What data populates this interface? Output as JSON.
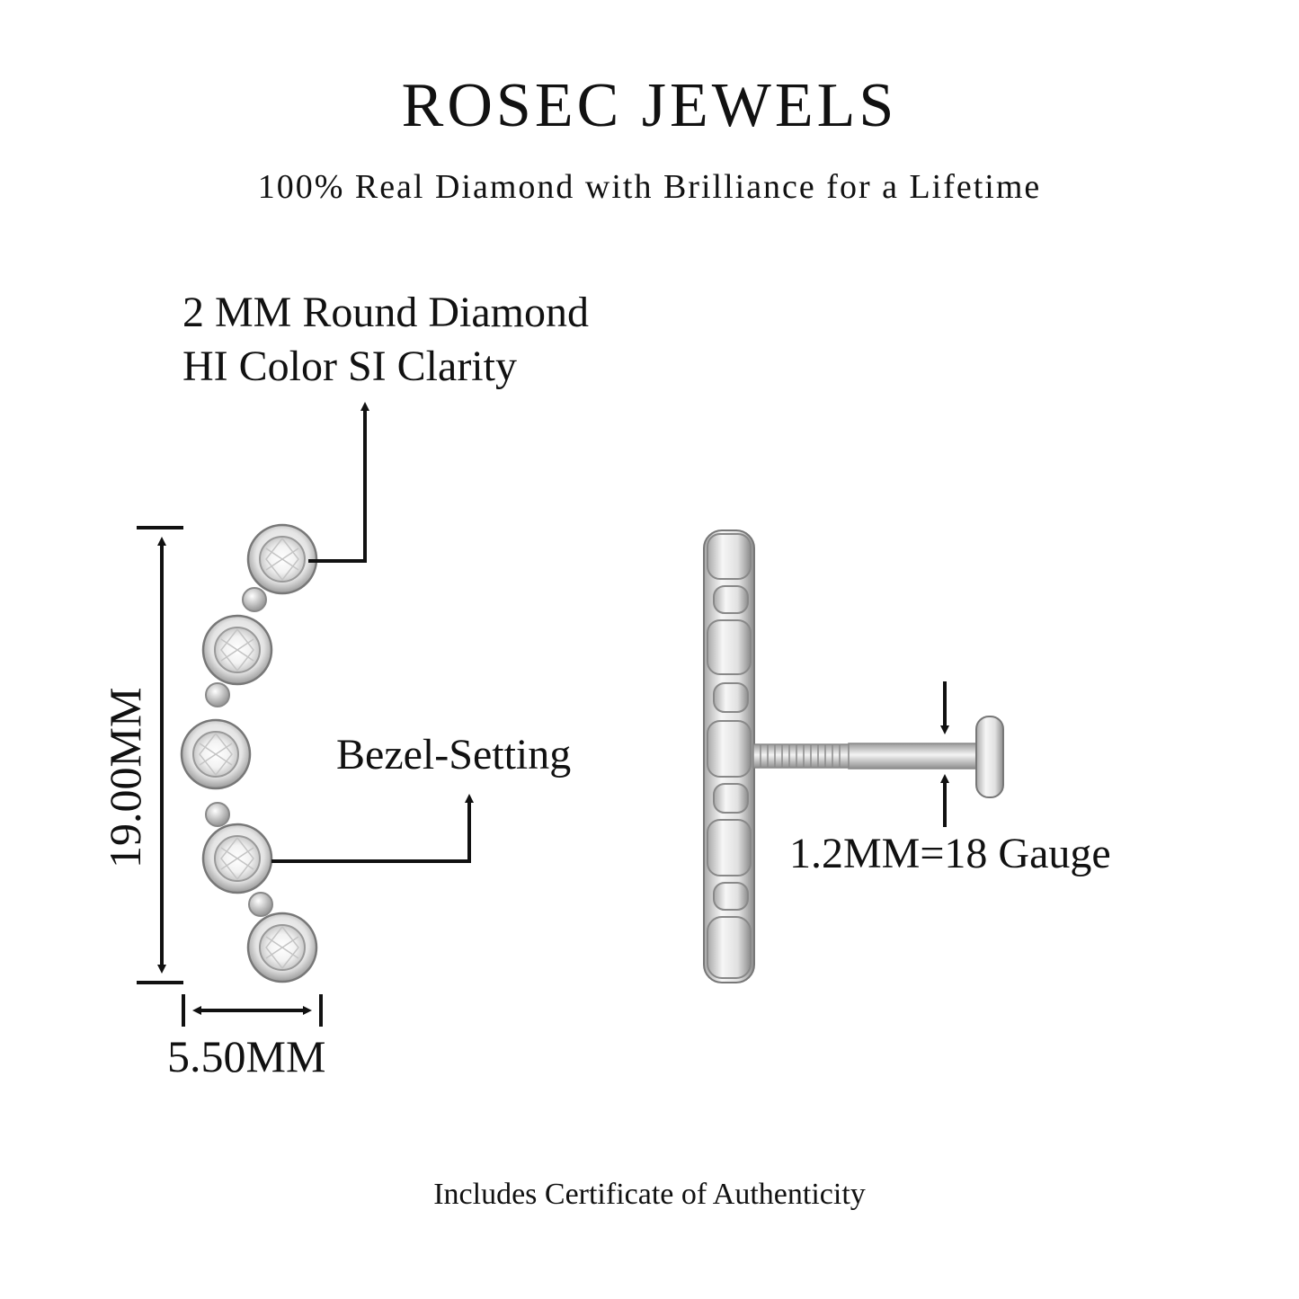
{
  "header": {
    "brand": "ROSEC JEWELS",
    "tagline": "100% Real Diamond with Brilliance for a Lifetime"
  },
  "annotations": {
    "diamond_line1": "2 MM Round Diamond",
    "diamond_line2": "HI Color SI Clarity",
    "setting": "Bezel-Setting",
    "height": "19.00MM",
    "width": "5.50MM",
    "gauge": "1.2MM=18 Gauge"
  },
  "footer": {
    "text": "Includes Certificate of Authenticity"
  },
  "colors": {
    "metal": "#d9d9d9",
    "metal_dark": "#8a8a8a",
    "ink": "#111111",
    "background": "#ffffff"
  }
}
